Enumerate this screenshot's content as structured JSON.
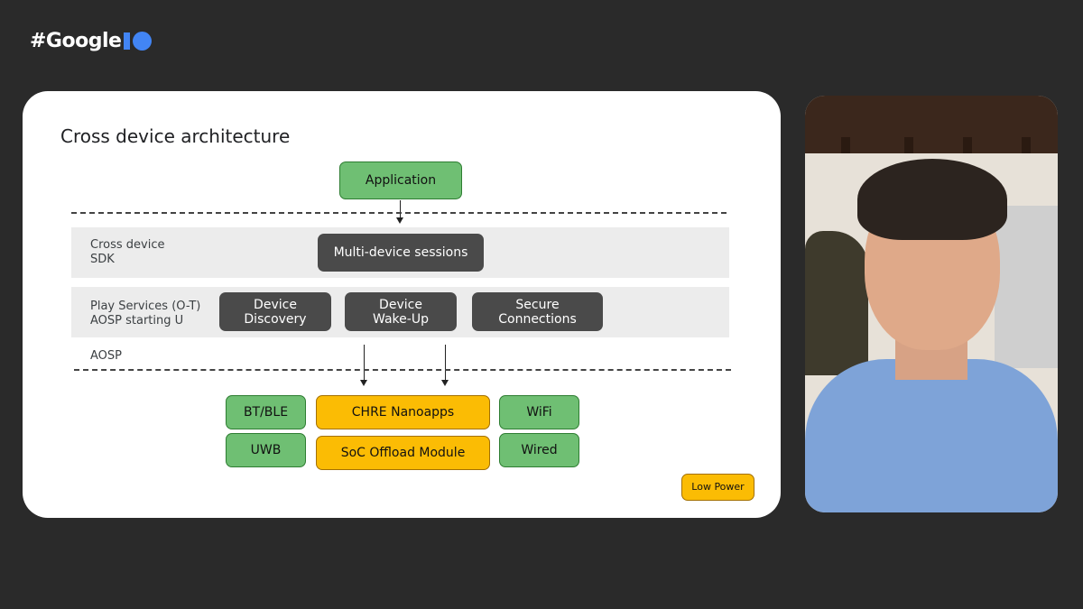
{
  "brand": {
    "text": "#Google"
  },
  "slide": {
    "title": "Cross device architecture",
    "application": "Application",
    "sdk_band": {
      "label_line1": "Cross device",
      "label_line2": "SDK",
      "sessions": "Multi-device sessions"
    },
    "services_band": {
      "label_line1": "Play Services (O-T)",
      "label_line2": "AOSP starting U",
      "discovery_l1": "Device",
      "discovery_l2": "Discovery",
      "wakeup_l1": "Device",
      "wakeup_l2": "Wake-Up",
      "secure_l1": "Secure",
      "secure_l2": "Connections"
    },
    "aosp_label": "AOSP",
    "hardware": {
      "bt": "BT/BLE",
      "uwb": "UWB",
      "chre": "CHRE Nanoapps",
      "soc": "SoC Offload Module",
      "wifi": "WiFi",
      "wired": "Wired"
    },
    "legend": "Low Power"
  },
  "colors": {
    "background": "#2a2a2a",
    "google_blue": "#4285f4",
    "green_box": "#6fbf73",
    "dark_box": "#4a4a4a",
    "yellow_box": "#fbbc04",
    "band": "#ececec"
  }
}
